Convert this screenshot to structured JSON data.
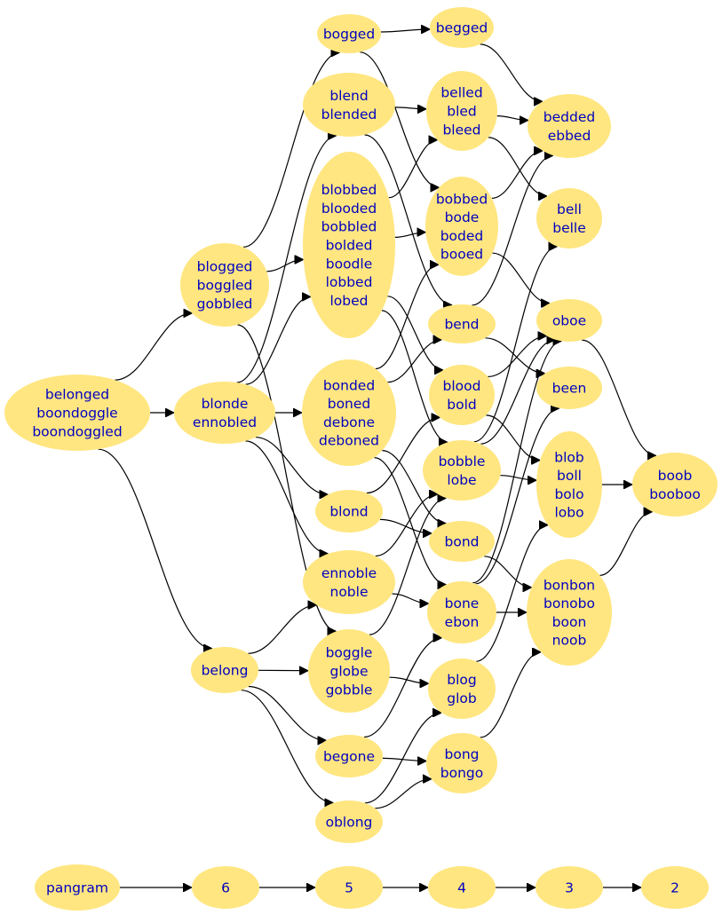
{
  "graph": {
    "nodes": [
      {
        "id": "belonged",
        "lines": [
          "belonged",
          "boondoggle",
          "boondoggled"
        ]
      },
      {
        "id": "blogged",
        "lines": [
          "blogged",
          "boggled",
          "gobbled"
        ]
      },
      {
        "id": "blonde",
        "lines": [
          "blonde",
          "ennobled"
        ]
      },
      {
        "id": "belong",
        "lines": [
          "belong"
        ]
      },
      {
        "id": "bogged",
        "lines": [
          "bogged"
        ]
      },
      {
        "id": "blend",
        "lines": [
          "blend",
          "blended"
        ]
      },
      {
        "id": "blobbed",
        "lines": [
          "blobbed",
          "blooded",
          "bobbled",
          "bolded",
          "boodle",
          "lobbed",
          "lobed"
        ]
      },
      {
        "id": "bonded",
        "lines": [
          "bonded",
          "boned",
          "debone",
          "deboned"
        ]
      },
      {
        "id": "blond",
        "lines": [
          "blond"
        ]
      },
      {
        "id": "ennoble",
        "lines": [
          "ennoble",
          "noble"
        ]
      },
      {
        "id": "boggle",
        "lines": [
          "boggle",
          "globe",
          "gobble"
        ]
      },
      {
        "id": "begone",
        "lines": [
          "begone"
        ]
      },
      {
        "id": "oblong",
        "lines": [
          "oblong"
        ]
      },
      {
        "id": "begged",
        "lines": [
          "begged"
        ]
      },
      {
        "id": "belled",
        "lines": [
          "belled",
          "bled",
          "bleed"
        ]
      },
      {
        "id": "bobbed",
        "lines": [
          "bobbed",
          "bode",
          "boded",
          "booed"
        ]
      },
      {
        "id": "bend",
        "lines": [
          "bend"
        ]
      },
      {
        "id": "blood",
        "lines": [
          "blood",
          "bold"
        ]
      },
      {
        "id": "bobble",
        "lines": [
          "bobble",
          "lobe"
        ]
      },
      {
        "id": "bond",
        "lines": [
          "bond"
        ]
      },
      {
        "id": "bone",
        "lines": [
          "bone",
          "ebon"
        ]
      },
      {
        "id": "blog",
        "lines": [
          "blog",
          "glob"
        ]
      },
      {
        "id": "bong",
        "lines": [
          "bong",
          "bongo"
        ]
      },
      {
        "id": "bedded",
        "lines": [
          "bedded",
          "ebbed"
        ]
      },
      {
        "id": "bell",
        "lines": [
          "bell",
          "belle"
        ]
      },
      {
        "id": "oboe",
        "lines": [
          "oboe"
        ]
      },
      {
        "id": "been",
        "lines": [
          "been"
        ]
      },
      {
        "id": "blob",
        "lines": [
          "blob",
          "boll",
          "bolo",
          "lobo"
        ]
      },
      {
        "id": "bonbon",
        "lines": [
          "bonbon",
          "bonobo",
          "boon",
          "noob"
        ]
      },
      {
        "id": "boob",
        "lines": [
          "boob",
          "booboo"
        ]
      },
      {
        "id": "pangram",
        "lines": [
          "pangram"
        ]
      },
      {
        "id": "r6",
        "lines": [
          "6"
        ]
      },
      {
        "id": "r5",
        "lines": [
          "5"
        ]
      },
      {
        "id": "r4",
        "lines": [
          "4"
        ]
      },
      {
        "id": "r3",
        "lines": [
          "3"
        ]
      },
      {
        "id": "r2",
        "lines": [
          "2"
        ]
      }
    ],
    "edges": [
      [
        "belonged",
        "blogged"
      ],
      [
        "belonged",
        "blonde"
      ],
      [
        "belonged",
        "belong"
      ],
      [
        "blogged",
        "bogged"
      ],
      [
        "blogged",
        "blobbed"
      ],
      [
        "blogged",
        "boggle"
      ],
      [
        "blonde",
        "blend"
      ],
      [
        "blonde",
        "blobbed"
      ],
      [
        "blonde",
        "bonded"
      ],
      [
        "blonde",
        "blond"
      ],
      [
        "blonde",
        "ennoble"
      ],
      [
        "belong",
        "ennoble"
      ],
      [
        "belong",
        "boggle"
      ],
      [
        "belong",
        "begone"
      ],
      [
        "belong",
        "oblong"
      ],
      [
        "bogged",
        "begged"
      ],
      [
        "bogged",
        "bobbed"
      ],
      [
        "blend",
        "belled"
      ],
      [
        "blend",
        "bend"
      ],
      [
        "blobbed",
        "belled"
      ],
      [
        "blobbed",
        "bobbed"
      ],
      [
        "blobbed",
        "blood"
      ],
      [
        "blobbed",
        "bobble"
      ],
      [
        "bonded",
        "bobbed"
      ],
      [
        "bonded",
        "bend"
      ],
      [
        "bonded",
        "bond"
      ],
      [
        "bonded",
        "bone"
      ],
      [
        "blond",
        "blood"
      ],
      [
        "blond",
        "bond"
      ],
      [
        "ennoble",
        "bobble"
      ],
      [
        "ennoble",
        "bone"
      ],
      [
        "boggle",
        "bobble"
      ],
      [
        "boggle",
        "blog"
      ],
      [
        "begone",
        "bone"
      ],
      [
        "begone",
        "bong"
      ],
      [
        "oblong",
        "blog"
      ],
      [
        "oblong",
        "bong"
      ],
      [
        "begged",
        "bedded"
      ],
      [
        "belled",
        "bedded"
      ],
      [
        "belled",
        "bell"
      ],
      [
        "bobbed",
        "bedded"
      ],
      [
        "bobbed",
        "oboe"
      ],
      [
        "bend",
        "bedded"
      ],
      [
        "bend",
        "been"
      ],
      [
        "blood",
        "blob"
      ],
      [
        "blood",
        "oboe"
      ],
      [
        "bobble",
        "blob"
      ],
      [
        "bobble",
        "oboe"
      ],
      [
        "bobble",
        "bell"
      ],
      [
        "bond",
        "bonbon"
      ],
      [
        "bone",
        "bonbon"
      ],
      [
        "bone",
        "oboe"
      ],
      [
        "bone",
        "been"
      ],
      [
        "blog",
        "blob"
      ],
      [
        "bong",
        "bonbon"
      ],
      [
        "oboe",
        "boob"
      ],
      [
        "blob",
        "boob"
      ],
      [
        "bonbon",
        "boob"
      ],
      [
        "pangram",
        "r6"
      ],
      [
        "r6",
        "r5"
      ],
      [
        "r5",
        "r4"
      ],
      [
        "r4",
        "r3"
      ],
      [
        "r3",
        "r2"
      ]
    ]
  }
}
